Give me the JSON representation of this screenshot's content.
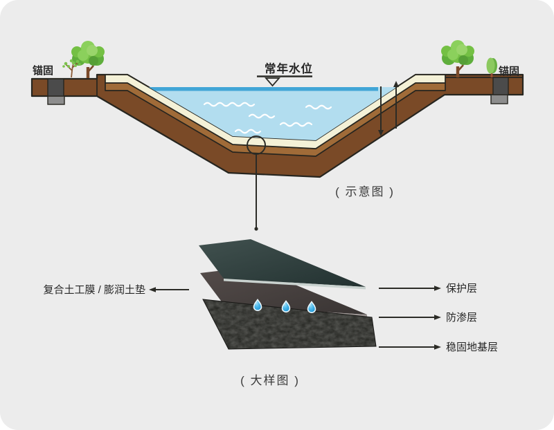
{
  "schematic": {
    "caption": "( 示意图 )",
    "anchor_label_left": "锚固",
    "anchor_label_right": "锚固",
    "water_level_label": "常年水位"
  },
  "detail": {
    "caption": "( 大样图 )",
    "membrane_label": "复合土工膜 / 膨润土垫",
    "layer_labels": [
      "保护层",
      "防渗层",
      "稳固地基层"
    ]
  },
  "colors": {
    "card_background": "#ececec",
    "soil_dark": "#7a4a27",
    "soil_medium": "#a06b38",
    "liner_cream": "#f4f1d7",
    "water": "#b2ddef",
    "water_surface_stripe": "#41a5d6",
    "outline": "#26251f",
    "anchor_block": "#4b4b4b",
    "anchor_base": "#8d8d8d",
    "protection_sheet": "#2e3d3c",
    "seepage_sheet": "#453f3e",
    "foundation_block": "#1d1d1b",
    "droplet_blue": "#2aa7e8",
    "tree_green": "#74c044"
  }
}
